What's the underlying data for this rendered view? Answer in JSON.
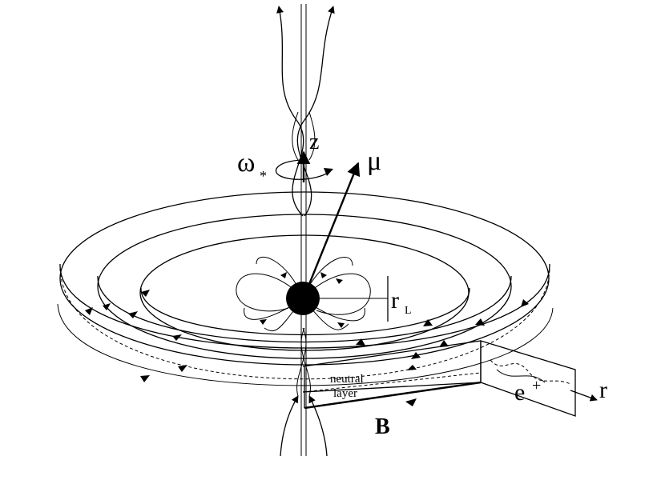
{
  "labels": {
    "omega": "ω",
    "omega_sub": "*",
    "z_axis": "z",
    "mu": "μ",
    "r_L": "r",
    "r_L_sub": "L",
    "neutral_line1": "neutral",
    "neutral_line2": "layer",
    "positron": "e",
    "positron_sup": "+",
    "B_field": "B",
    "r_axis": "r"
  },
  "colors": {
    "ink": "#000000",
    "background": "#ffffff"
  }
}
